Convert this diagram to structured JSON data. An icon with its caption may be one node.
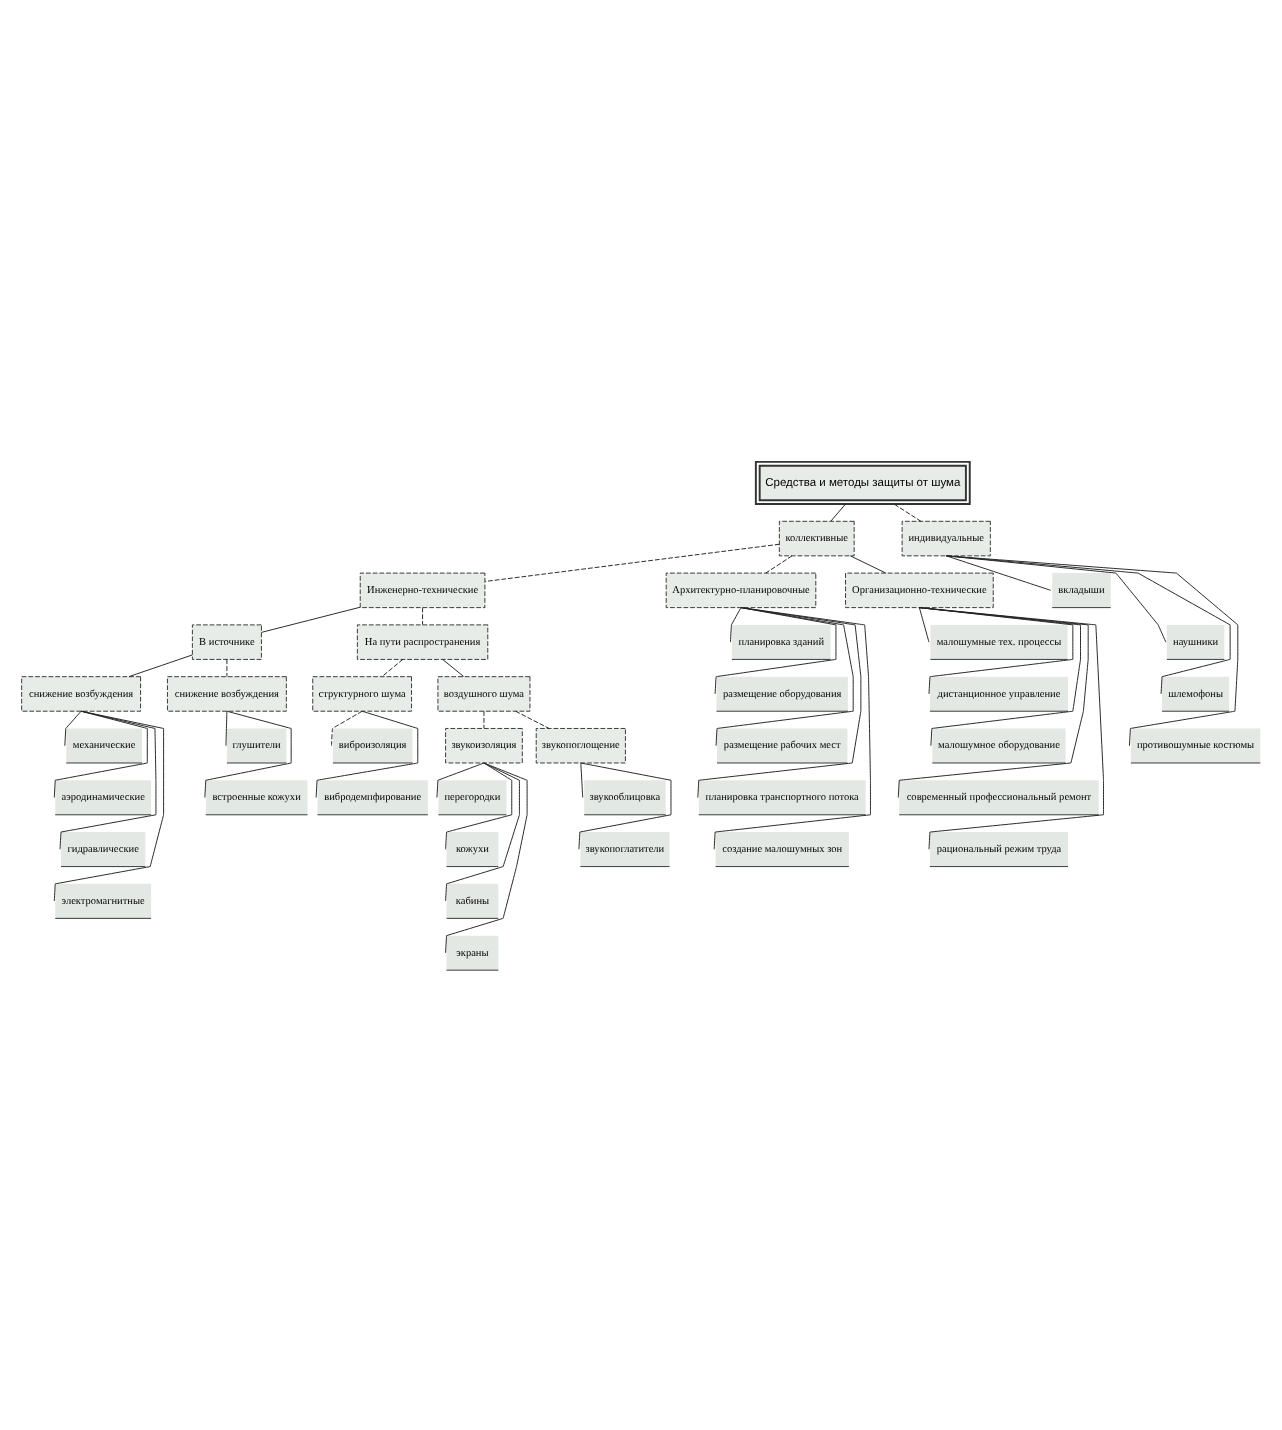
{
  "diagram": {
    "nodes": [
      {
        "text": [
          "Средства и методы защиты от шума"
        ]
      },
      {
        "text": [
          "коллективные"
        ]
      },
      {
        "text": [
          "индивидуальные"
        ]
      },
      {
        "text": [
          "вкладыши"
        ]
      },
      {
        "text": [
          "наушники"
        ]
      },
      {
        "text": [
          "шлемофоны"
        ]
      },
      {
        "text": [
          "противошумные костюмы"
        ]
      },
      {
        "text": [
          "Инженерно-технические"
        ]
      },
      {
        "text": [
          "Архитектурно-планировочные"
        ]
      },
      {
        "text": [
          "Организационно-технические"
        ]
      },
      {
        "text": [
          "В источнике"
        ]
      },
      {
        "text": [
          "На пути распространения"
        ]
      },
      {
        "text": [
          "планировка зданий"
        ]
      },
      {
        "text": [
          "размещение оборудования"
        ]
      },
      {
        "text": [
          "размещение рабочих мест"
        ]
      },
      {
        "text": [
          "планировка транспортного потока"
        ]
      },
      {
        "text": [
          "создание малошумных зон"
        ]
      },
      {
        "text": [
          "малошумные тех. процессы"
        ]
      },
      {
        "text": [
          "дистанционное управление"
        ]
      },
      {
        "text": [
          "малошумное оборудование"
        ]
      },
      {
        "text": [
          "современный профессиональный ремонт"
        ]
      },
      {
        "text": [
          "рациональный режим труда"
        ]
      },
      {
        "text": [
          "снижение возбуждения"
        ]
      },
      {
        "text": [
          "механические"
        ]
      },
      {
        "text": [
          "аэродинамические"
        ]
      },
      {
        "text": [
          "гидравлические"
        ]
      },
      {
        "text": [
          "электромагнитные"
        ]
      },
      {
        "text": [
          "структурного шума"
        ]
      },
      {
        "text": [
          "воздушного шума"
        ]
      },
      {
        "text": [
          "виброизоляция"
        ]
      },
      {
        "text": [
          "вибродемпфирование"
        ]
      },
      {
        "text": [
          "звукоизоляция"
        ]
      },
      {
        "text": [
          "звукопоглощение"
        ]
      },
      {
        "text": [
          "снижение возбуждения"
        ]
      },
      {
        "text": [
          "глушители"
        ]
      },
      {
        "text": [
          "встроенные кожухи"
        ]
      },
      {
        "text": [
          "перегородки"
        ]
      },
      {
        "text": [
          "кожухи"
        ]
      },
      {
        "text": [
          "кабины"
        ]
      },
      {
        "text": [
          "экраны"
        ]
      },
      {
        "text": [
          "звукооблицовка"
        ]
      },
      {
        "text": [
          "звукопоглатители"
        ]
      }
    ],
    "edges": [
      {
        "from": 0,
        "to": 1,
        "arrow": "none"
      },
      {
        "from": 0,
        "to": 2,
        "arrow": "none",
        "style": "dashed"
      },
      {
        "from": 2,
        "to": 3,
        "arrow": "none"
      },
      {
        "from": 2,
        "to": 4,
        "arrow": "none"
      },
      {
        "from": 2,
        "to": 5,
        "arrow": "none"
      },
      {
        "from": 2,
        "to": 6,
        "arrow": "none"
      },
      {
        "from": 1,
        "to": 7,
        "arrow": "none",
        "style": "dashed"
      },
      {
        "from": 1,
        "to": 8,
        "arrow": "none",
        "style": "dashed"
      },
      {
        "from": 1,
        "to": 9,
        "arrow": "none"
      },
      {
        "from": 7,
        "to": 10,
        "arrow": "none"
      },
      {
        "from": 7,
        "to": 11,
        "arrow": "none",
        "style": "dashed"
      },
      {
        "from": 8,
        "to": 12,
        "arrow": "none"
      },
      {
        "from": 8,
        "to": 13,
        "arrow": "none"
      },
      {
        "from": 8,
        "to": 14,
        "arrow": "none"
      },
      {
        "from": 8,
        "to": 15,
        "arrow": "none"
      },
      {
        "from": 8,
        "to": 16,
        "arrow": "none"
      },
      {
        "from": 9,
        "to": 17,
        "arrow": "none"
      },
      {
        "from": 9,
        "to": 18,
        "arrow": "none"
      },
      {
        "from": 9,
        "to": 19,
        "arrow": "none"
      },
      {
        "from": 9,
        "to": 20,
        "arrow": "none"
      },
      {
        "from": 9,
        "to": 21,
        "arrow": "none"
      },
      {
        "from": 10,
        "to": 22,
        "arrow": "none"
      },
      {
        "from": 10,
        "to": 33,
        "arrow": "none",
        "style": "dashed"
      },
      {
        "from": 22,
        "to": 23,
        "arrow": "none"
      },
      {
        "from": 22,
        "to": 24,
        "arrow": "none"
      },
      {
        "from": 22,
        "to": 25,
        "arrow": "none"
      },
      {
        "from": 22,
        "to": 26,
        "arrow": "none"
      },
      {
        "from": 11,
        "to": 27,
        "arrow": "none",
        "style": "dashed"
      },
      {
        "from": 11,
        "to": 28,
        "arrow": "none"
      },
      {
        "from": 27,
        "to": 29,
        "arrow": "none",
        "style": "dashed"
      },
      {
        "from": 27,
        "to": 30,
        "arrow": "none"
      },
      {
        "from": 28,
        "to": 31,
        "arrow": "none",
        "style": "dashed"
      },
      {
        "from": 28,
        "to": 32,
        "arrow": "none",
        "style": "dashed"
      },
      {
        "from": 33,
        "to": 34,
        "arrow": "none"
      },
      {
        "from": 33,
        "to": 35,
        "arrow": "none"
      },
      {
        "from": 31,
        "to": 36,
        "arrow": "none"
      },
      {
        "from": 31,
        "to": 37,
        "arrow": "none"
      },
      {
        "from": 31,
        "to": 38,
        "arrow": "none"
      },
      {
        "from": 31,
        "to": 39,
        "arrow": "none"
      },
      {
        "from": 32,
        "to": 40,
        "arrow": "none"
      },
      {
        "from": 32,
        "to": 41,
        "arrow": "none"
      }
    ]
  }
}
